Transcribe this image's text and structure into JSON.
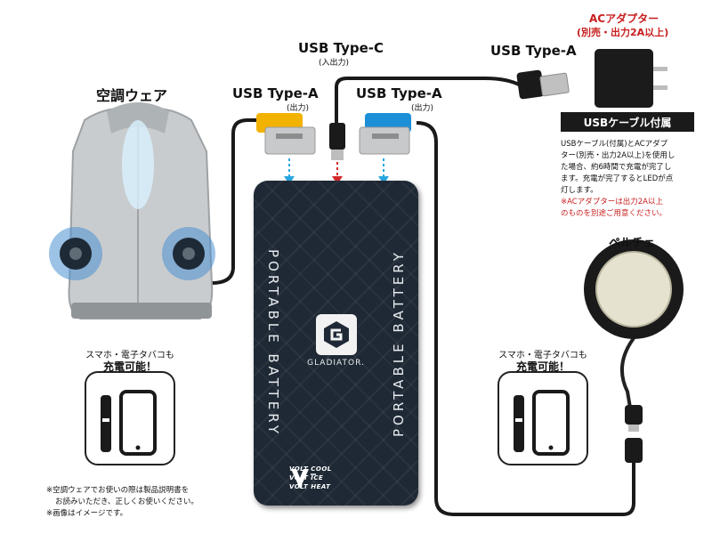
{
  "vest": {
    "title": "空調ウェア"
  },
  "port_a_left": {
    "title": "USB Type-A",
    "sub": "(出力)"
  },
  "port_c": {
    "title": "USB Type-C",
    "sub": "(入出力)"
  },
  "port_a_right": {
    "title": "USB Type-A",
    "sub": "(出力)"
  },
  "port_a_cable": {
    "title": "USB Type-A"
  },
  "adapter": {
    "title_line1": "ACアダプター",
    "title_line2": "(別売・出力2A以上)"
  },
  "cable_label": "USBケーブル付属",
  "cable_desc": [
    "USBケーブル(付属)とACアダプ",
    "ター(別売・出力2A以上)を使用し",
    "た場合、約6時間で充電が完了し",
    "ます。充電が完了するとLEDが点",
    "灯します。"
  ],
  "cable_warning": [
    "※ACアダプターは出力2A以上",
    "のものを別途ご用意ください。"
  ],
  "peltier": {
    "title": "ペルチェ"
  },
  "battery": {
    "side_text": "PORTABLE BATTERY",
    "brand": "GLADIATOR.",
    "volt_lines": [
      "VOLT COOL",
      "VOLT ICE",
      "VOLT HEAT"
    ]
  },
  "charge_left": {
    "line1": "スマホ・電子タバコも",
    "line2": "充電可能！"
  },
  "charge_right": {
    "line1": "スマホ・電子タバコも",
    "line2": "充電可能！"
  },
  "footnotes": [
    "※空調ウェアでお使いの際は製品説明書を",
    "お読みいただき、正しくお使いください。",
    "※画像はイメージです。"
  ],
  "colors": {
    "port_yellow": "#f2b200",
    "port_blue": "#1c8fd6",
    "arrow_blue": "#29a6e0",
    "arrow_red": "#d42a2a",
    "battery": "#1f2935",
    "warning_red": "#c81e1e"
  }
}
